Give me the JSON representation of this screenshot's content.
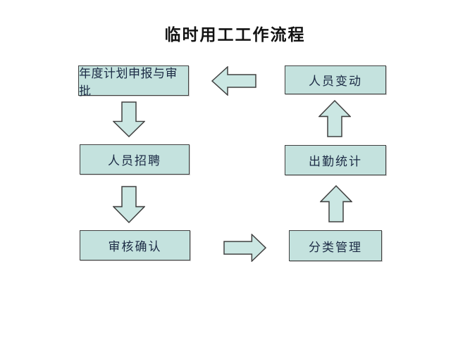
{
  "title": "临时用工工作流程",
  "colors": {
    "background": "#ffffff",
    "box_fill": "#c4e2de",
    "arrow_fill": "#cbe7e3",
    "border": "#404040",
    "text": "#1c2b45",
    "title_color": "#121212"
  },
  "flow": {
    "left_column": [
      {
        "label": "年度计划申报与审批"
      },
      {
        "label": "人员招聘"
      },
      {
        "label": "审核确认"
      }
    ],
    "right_column": [
      {
        "label": "人员变动"
      },
      {
        "label": "出勤统计"
      },
      {
        "label": "分类管理"
      }
    ],
    "arrows": [
      {
        "direction": "left",
        "from": "人员变动",
        "to": "年度计划申报与审批"
      },
      {
        "direction": "down",
        "from": "年度计划申报与审批",
        "to": "人员招聘"
      },
      {
        "direction": "down",
        "from": "人员招聘",
        "to": "审核确认"
      },
      {
        "direction": "right",
        "from": "审核确认",
        "to": "分类管理"
      },
      {
        "direction": "up",
        "from": "分类管理",
        "to": "出勤统计"
      },
      {
        "direction": "up",
        "from": "出勤统计",
        "to": "人员变动"
      }
    ]
  }
}
